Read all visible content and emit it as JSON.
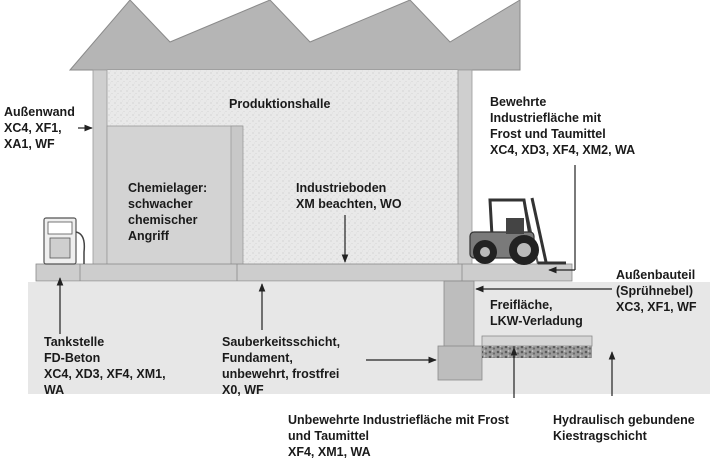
{
  "labels": {
    "hall": [
      "Produktionshalle"
    ],
    "outer_wall": [
      "Außenwand",
      "XC4, XF1,",
      "XA1, WF"
    ],
    "chem_storage": [
      "Chemielager:",
      "schwacher",
      "chemischer",
      "Angriff"
    ],
    "floor": [
      "Industrieboden",
      "XM beachten, WO"
    ],
    "reinforced_surface": [
      "Bewehrte",
      "Industriefläche mit",
      "Frost und Taumittel",
      "XC4, XD3, XF4, XM2, WA"
    ],
    "exterior_part": [
      "Außenbauteil",
      "(Sprühnebel)",
      "XC3, XF1, WF"
    ],
    "open_area": [
      "Freifläche,",
      "LKW-Verladung"
    ],
    "filling_station": [
      "Tankstelle",
      "FD-Beton",
      "XC4, XD3, XF4, XM1,",
      "WA"
    ],
    "blinding_layer": [
      "Sauberkeitsschicht,",
      "Fundament,",
      "unbewehrt, frostfrei",
      "X0, WF"
    ],
    "unreinforced_surface": [
      "Unbewehrte Industriefläche mit Frost",
      "und Taumittel",
      "XF4, XM1, WA"
    ],
    "gravel_base": [
      "Hydraulisch gebundene",
      "Kiestragschicht"
    ]
  },
  "colors": {
    "roof": "#b4b4b4",
    "roof_edge": "#8a8a8a",
    "hall_fill": "#e9e9e9",
    "wall": "#d0d0d0",
    "chem_room": "#d4d4d4",
    "slab": "#cfcfcf",
    "ground": "#e8e8e8",
    "foundation": "#bdbdbd",
    "line": "#222222"
  }
}
